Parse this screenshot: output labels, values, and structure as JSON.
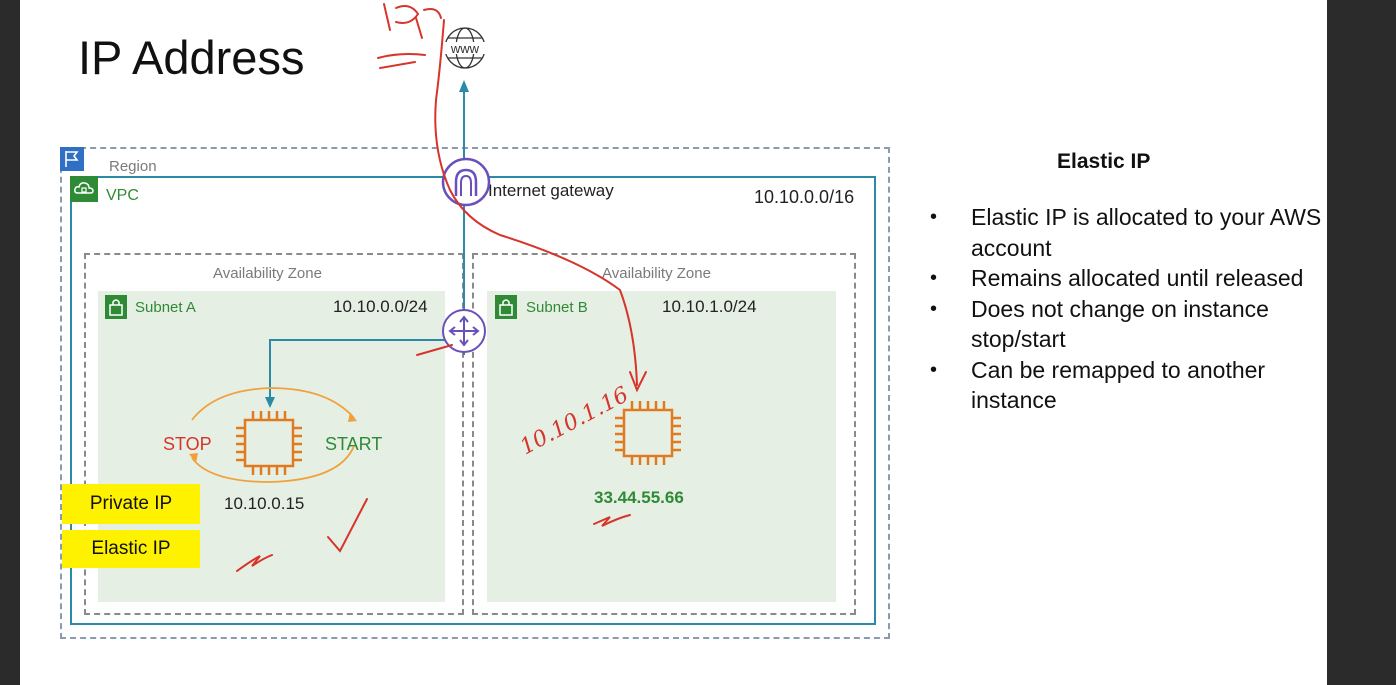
{
  "slide": {
    "title": "IP Address"
  },
  "diagram": {
    "www_label": "www",
    "region_label": "Region",
    "vpc_label": "VPC",
    "vpc_cidr": "10.10.0.0/16",
    "igw_label": "Internet gateway",
    "az_a_label": "Availability Zone",
    "az_b_label": "Availability Zone",
    "subnet_a_label": "Subnet A",
    "subnet_a_cidr": "10.10.0.0/24",
    "subnet_b_label": "Subnet B",
    "subnet_b_cidr": "10.10.1.0/24",
    "stop_label": "STOP",
    "start_label": "START",
    "instance_a_ip": "10.10.0.15",
    "instance_b_ip": "33.44.55.66",
    "private_ip_label": "Private IP",
    "elastic_ip_label": "Elastic IP",
    "handwritten_ip": "10.10.1.16"
  },
  "side_panel": {
    "heading": "Elastic IP",
    "bullets": [
      "Elastic IP is allocated to your AWS account",
      "Remains allocated until released",
      "Does not change on instance stop/start",
      "Can be remapped to another instance"
    ]
  },
  "colors": {
    "vpc_border": "#2b8aa6",
    "subnet_green": "#2f8a35",
    "instance_orange": "#e07a1f",
    "annotation_red": "#d5352b",
    "highlight_yellow": "#fff200",
    "gateway_purple": "#6b4fbb"
  }
}
